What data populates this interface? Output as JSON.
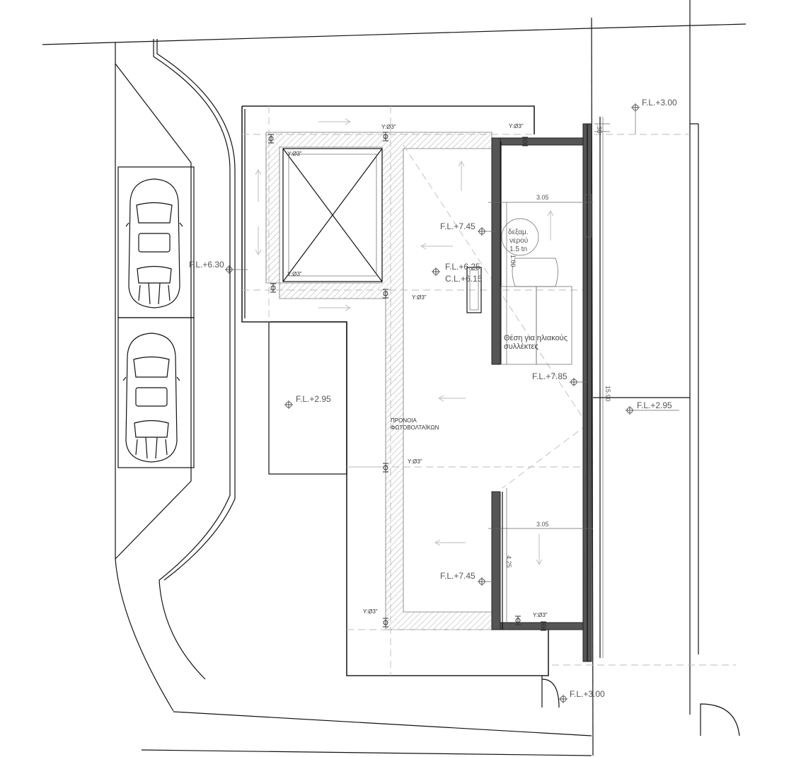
{
  "levels": {
    "fl_3_00_top": "F.L.+3.00",
    "fl_6_30": "F.L.+6.30",
    "fl_7_45_top": "F.L.+7.45",
    "fl_6_25": "F.L.+6.25",
    "cl_6_15": "C.L.+6.15",
    "fl_7_85": "F.L.+7.85",
    "fl_2_95_left": "F.L.+2.95",
    "fl_2_95_right": "F.L.+2.95",
    "fl_7_45_bottom": "F.L.+7.45",
    "fl_3_00_bottom": "F.L.+3.00"
  },
  "pipes": {
    "p1": "Y:Ø3\"",
    "p2": "Y:Ø3\"",
    "p3": "Y:Ø3\"",
    "p4": "Y:Ø3\"",
    "p5": "Y:Ø3\"",
    "p6": "Y:Ø3\"",
    "p7": "Y:Ø3\"",
    "p8": "Y:Ø3\""
  },
  "dimensions": {
    "width_top": "3.05",
    "width_bottom": "3.05",
    "depth_top": "1.00",
    "depth_bottom": "4.25",
    "total_side": "15.90",
    "top_gap": ".30"
  },
  "notes": {
    "tank_line1": "δεξαμ.",
    "tank_line2": "νερού",
    "tank_line3": "1.5 tn",
    "solar_line1": "Θέση για ηλιακούς",
    "solar_line2": "συλλέκτες",
    "pv_line1": "ΠΡΟΝΟΙΑ",
    "pv_line2": "ΦΩΤΟΒΟΛΤΑΪΚΩΝ"
  },
  "icons": [
    "car-icon",
    "level-marker-icon",
    "drain-pipe-icon",
    "water-tank-icon"
  ]
}
